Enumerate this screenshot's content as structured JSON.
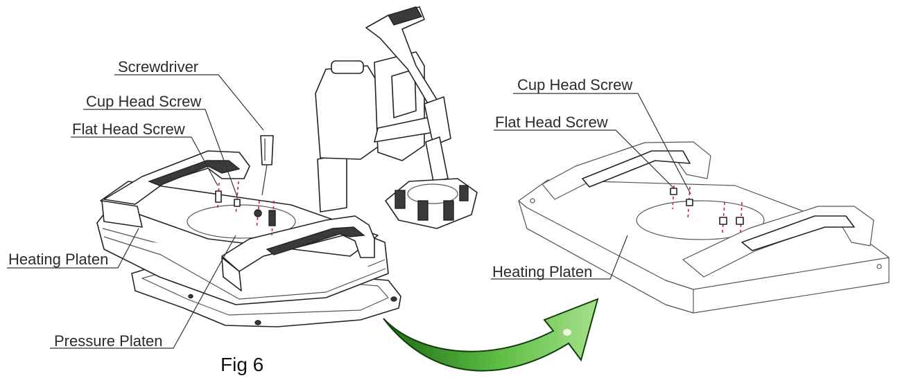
{
  "labels": {
    "screwdriver": "Screwdriver",
    "cup_head_screw_left": "Cup Head Screw",
    "flat_head_screw_left": "Flat Head Screw",
    "heating_platen_left": "Heating Platen",
    "pressure_platen": "Pressure Platen",
    "cup_head_screw_right": "Cup Head Screw",
    "flat_head_screw_right": "Flat Head Screw",
    "heating_platen_right": "Heating Platen"
  },
  "caption": "Fig 6",
  "colors": {
    "arrow_green": "#3f9a2e",
    "screw_marker_red": "#d0202a",
    "line": "#222222"
  }
}
